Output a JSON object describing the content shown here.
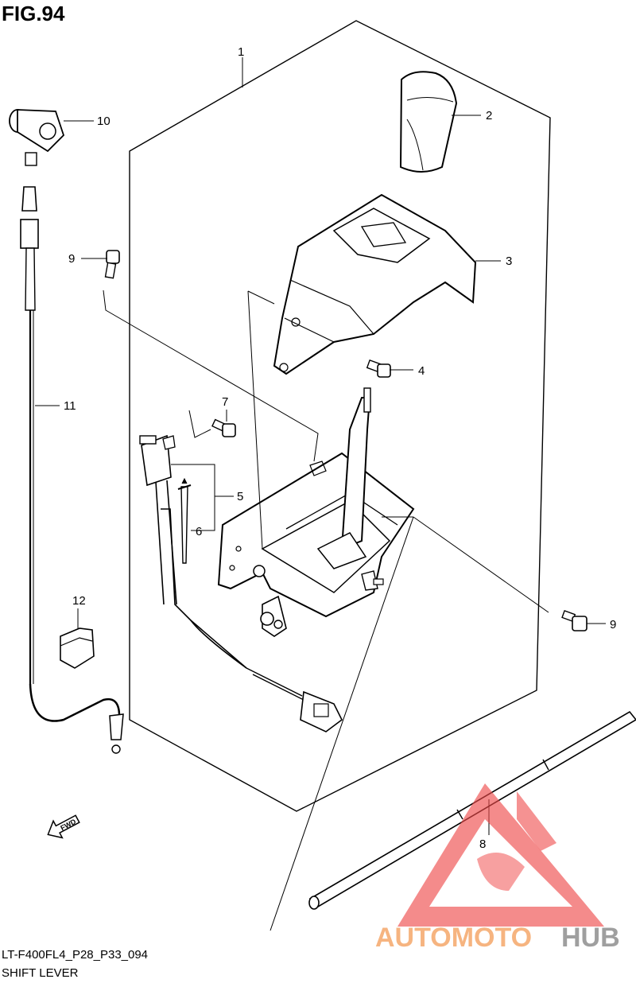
{
  "figure": {
    "title": "FIG.94",
    "code": "LT-F400FL4_P28_P33_094",
    "name": "SHIFT LEVER"
  },
  "callouts": [
    {
      "id": "callout-1",
      "text": "1"
    },
    {
      "id": "callout-2",
      "text": "2"
    },
    {
      "id": "callout-3",
      "text": "3"
    },
    {
      "id": "callout-4",
      "text": "4"
    },
    {
      "id": "callout-5",
      "text": "5"
    },
    {
      "id": "callout-6",
      "text": "6"
    },
    {
      "id": "callout-7",
      "text": "7"
    },
    {
      "id": "callout-8",
      "text": "8"
    },
    {
      "id": "callout-9a",
      "text": "9"
    },
    {
      "id": "callout-9b",
      "text": "9"
    },
    {
      "id": "callout-10",
      "text": "10"
    },
    {
      "id": "callout-11",
      "text": "11"
    },
    {
      "id": "callout-12",
      "text": "12"
    }
  ],
  "fwd_arrow": {
    "label": "FWD"
  },
  "watermark": {
    "part1": "AUTOMOTO",
    "part2": "HUB",
    "color1": "#f5a86a",
    "color2": "#8f8f8f",
    "logo_color": "#ef4a4a"
  }
}
